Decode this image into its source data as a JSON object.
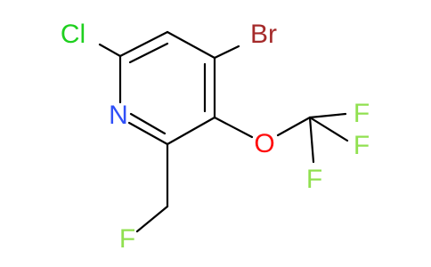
{
  "molecule": {
    "atoms": {
      "chlorine": "Cl",
      "bromine": "Br",
      "nitrogen": "N",
      "oxygen": "O",
      "fluorine_1": "F",
      "fluorine_2": "F",
      "fluorine_3": "F",
      "fluorine_ch2": "F"
    },
    "colors": {
      "bond": "#000000",
      "chlorine": "#1fd01f",
      "bromine": "#a52a2a",
      "nitrogen": "#3050f8",
      "oxygen": "#ff0d0d",
      "fluorine": "#90e050"
    }
  }
}
